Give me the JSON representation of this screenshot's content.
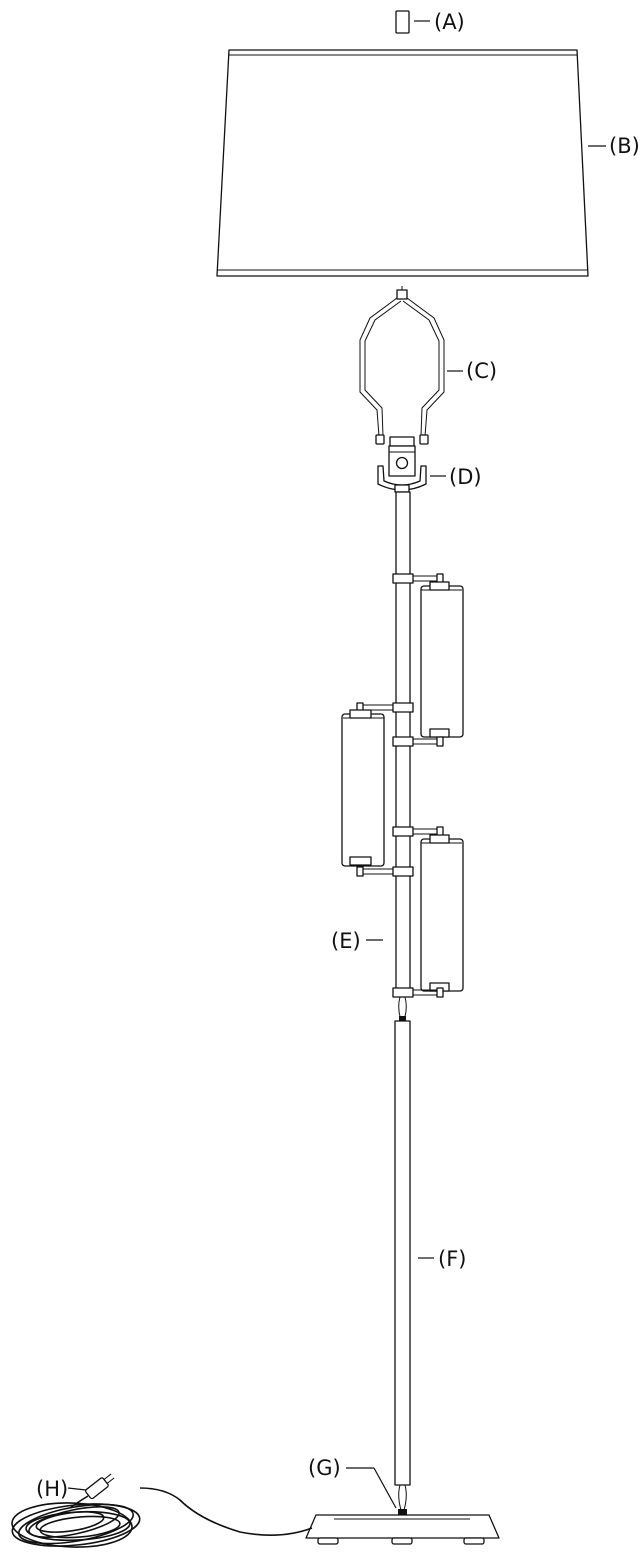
{
  "diagram": {
    "parts": [
      {
        "key": "A",
        "label": "(A)"
      },
      {
        "key": "B",
        "label": "(B)"
      },
      {
        "key": "C",
        "label": "(C)"
      },
      {
        "key": "D",
        "label": "(D)"
      },
      {
        "key": "E",
        "label": "(E)"
      },
      {
        "key": "F",
        "label": "(F)"
      },
      {
        "key": "G",
        "label": "(G)"
      },
      {
        "key": "H",
        "label": "(H)"
      }
    ]
  },
  "colors": {
    "line": "#111111",
    "background": "#ffffff"
  }
}
